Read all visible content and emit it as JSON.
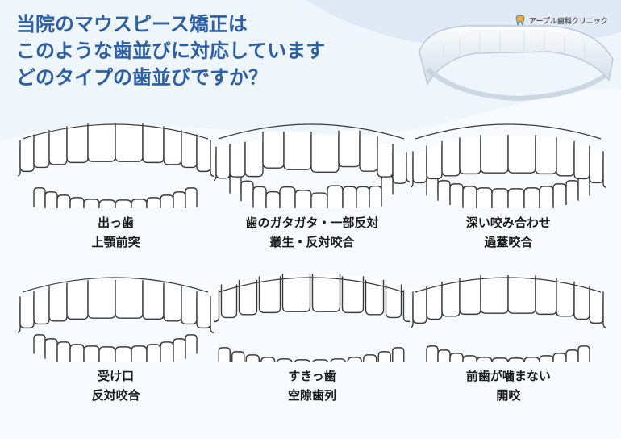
{
  "headline": {
    "line1": "当院のマウスピース矯正は",
    "line2": "このような歯並びに対応しています",
    "line3": "どのタイプの歯並びですか？"
  },
  "brand": {
    "name": "アープル歯科クリニック",
    "logo_icon": "tooth-logo-icon"
  },
  "colors": {
    "headline": "#2c5fa6",
    "background": "#eef5fb",
    "outline": "#3a3a3a"
  },
  "types": [
    {
      "line1": "出っ歯",
      "line2": "上顎前突"
    },
    {
      "line1": "歯のガタガタ・一部反対",
      "line2": "叢生・反対咬合"
    },
    {
      "line1": "深い咬み合わせ",
      "line2": "過蓋咬合"
    },
    {
      "line1": "受け口",
      "line2": "反対咬合"
    },
    {
      "line1": "すきっ歯",
      "line2": "空隙歯列"
    },
    {
      "line1": "前歯が噛まない",
      "line2": "開咬"
    }
  ]
}
